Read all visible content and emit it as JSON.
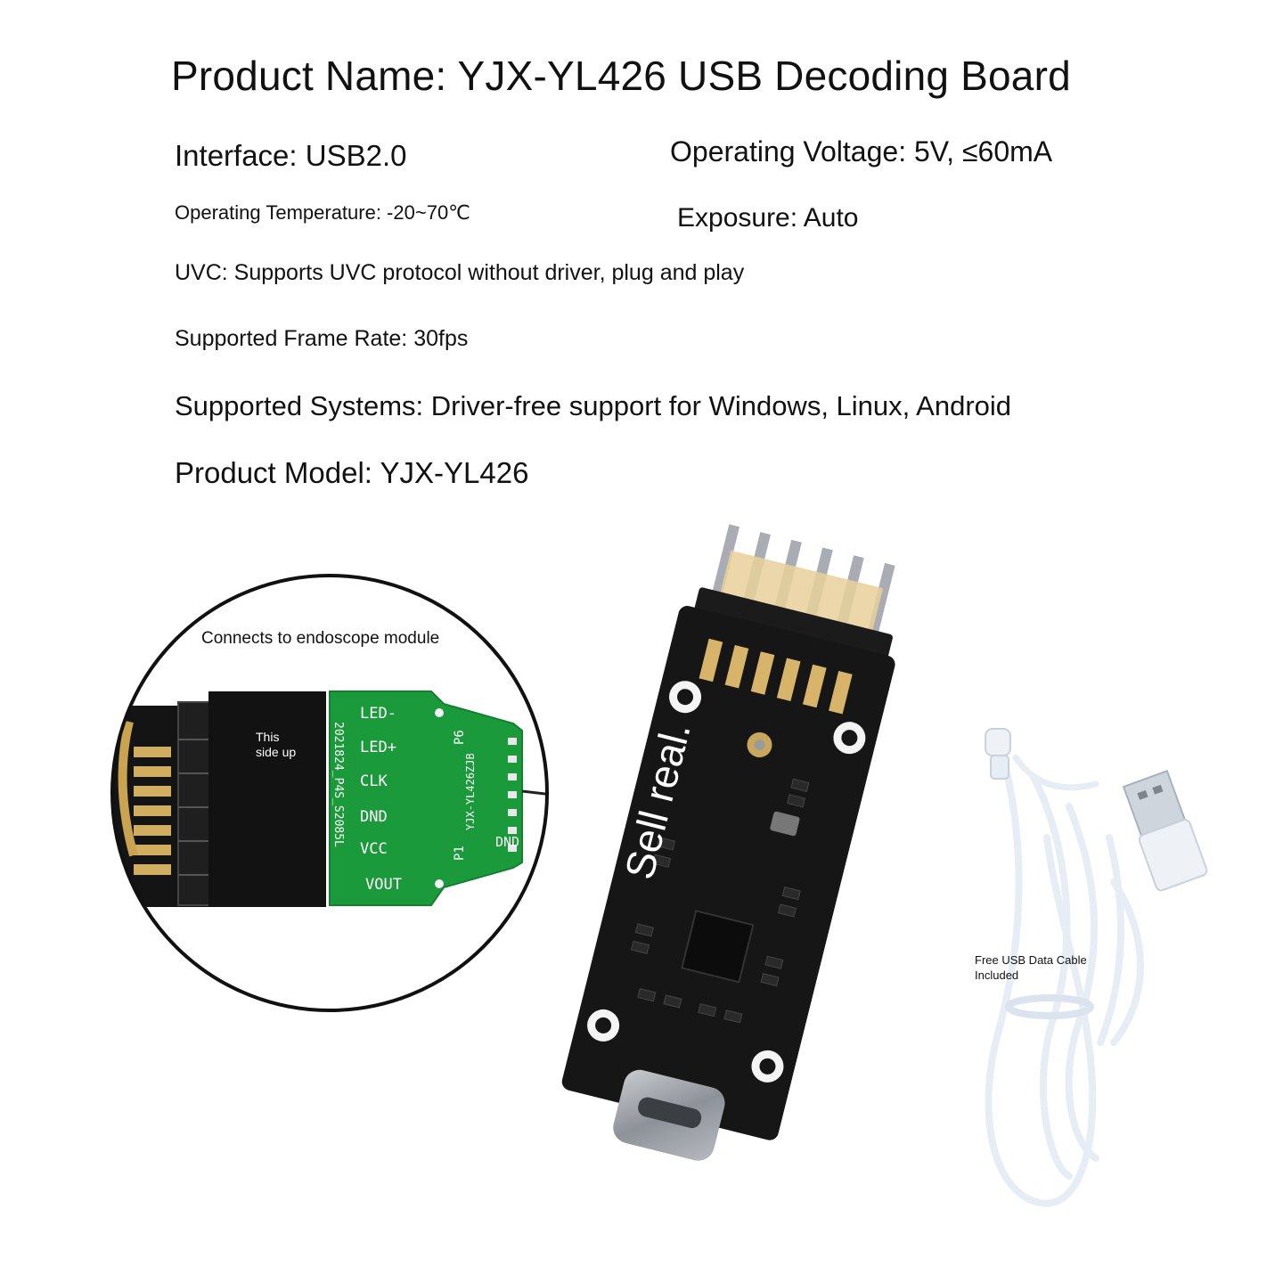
{
  "specs": {
    "title": "Product Name: YJX-YL426 USB Decoding Board",
    "interface": "Interface: USB2.0",
    "voltage": "Operating Voltage: 5V, ≤60mA",
    "temperature": "Operating Temperature: -20~70℃",
    "exposure": "Exposure: Auto",
    "uvc": "UVC: Supports UVC protocol without driver, plug and play",
    "frame_rate": "Supported Frame Rate: 30fps",
    "systems": "Supported Systems: Driver-free support for Windows, Linux, Android",
    "model": "Product Model: YJX-YL426"
  },
  "callout": {
    "caption": "Connects to endoscope module",
    "side_note_line1": "This",
    "side_note_line2": "side up",
    "pins": [
      "LED-",
      "LED+",
      "CLK",
      "DND",
      "VCC",
      "VOUT"
    ],
    "board_code": "2021824_P4S_S2085L",
    "board_model": "YJX-YL426ZJB",
    "p6_label": "P6",
    "p1_label": "P1",
    "dnd_label": "DND"
  },
  "board": {
    "watermark_text": "Sell real."
  },
  "cable": {
    "note_line1": "Free USB Data Cable",
    "note_line2": "Included"
  },
  "colors": {
    "pcb_black": "#161616",
    "pcb_green": "#1a9a3a",
    "gold": "#d8b46a",
    "cable_white": "#e6edf4"
  }
}
